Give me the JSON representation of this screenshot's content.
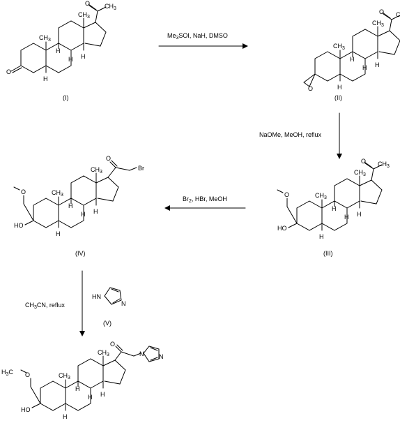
{
  "compounds": {
    "c1": {
      "label": "(I)"
    },
    "c2": {
      "label": "(II)"
    },
    "c3": {
      "label": "(III)"
    },
    "c4": {
      "label": "(IV)"
    },
    "c5": {
      "label": "(V)"
    }
  },
  "reactions": {
    "r1": {
      "reagents_prefix": "Me",
      "reagents_sub": "3",
      "reagents_suffix": "SOI, NaH, DMSO"
    },
    "r2": {
      "reagents": "NaOMe, MeOH, reflux"
    },
    "r3": {
      "reagents_prefix": "Br",
      "reagents_sub": "2",
      "reagents_suffix": ", HBr, MeOH"
    },
    "r4": {
      "reagents_prefix": "CH",
      "reagents_sub": "3",
      "reagents_suffix": "CN, reflux"
    }
  },
  "atoms": {
    "me": "CH",
    "me_sub": "3",
    "ch3_prefix": "H",
    "ch3_sub": "3",
    "ch3_suffix": "C",
    "O": "O",
    "H": "H",
    "HO": "HO",
    "Br": "Br",
    "N": "N",
    "HN": "HN",
    "methoxy": "O"
  }
}
